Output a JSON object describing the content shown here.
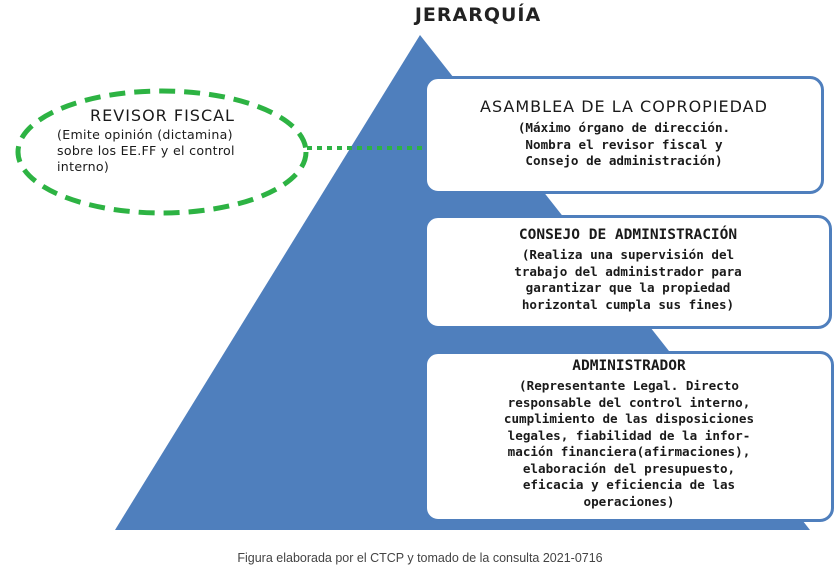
{
  "title": "JERARQUÍA",
  "revisor": {
    "heading": "REVISOR FISCAL",
    "body": "(Emite opinión (dictamina)\nsobre los EE.FF y el control\ninterno)"
  },
  "levels": [
    {
      "heading": "ASAMBLEA DE LA COPROPIEDAD",
      "body": "(Máximo órgano de dirección.\nNombra el revisor fiscal y\nConsejo de administración)"
    },
    {
      "heading": "CONSEJO DE ADMINISTRACIÓN",
      "body": "(Realiza una supervisión del\ntrabajo del administrador para\ngarantizar que la propiedad\nhorizontal cumpla sus fines)"
    },
    {
      "heading": "ADMINISTRADOR",
      "body": "(Representante Legal. Directo\nresponsable del control interno,\ncumplimiento de las disposiciones\nlegales, fiabilidad de la infor-\nmación financiera(afirmaciones),\nelaboración del presupuesto,\neficacia y eficiencia de las\noperaciones)"
    }
  ],
  "caption": "Figura elaborada por el CTCP y tomado de la consulta 2021-0716",
  "colors": {
    "pyramid": "#4f7fbd",
    "revisor_outline": "#2db343"
  }
}
